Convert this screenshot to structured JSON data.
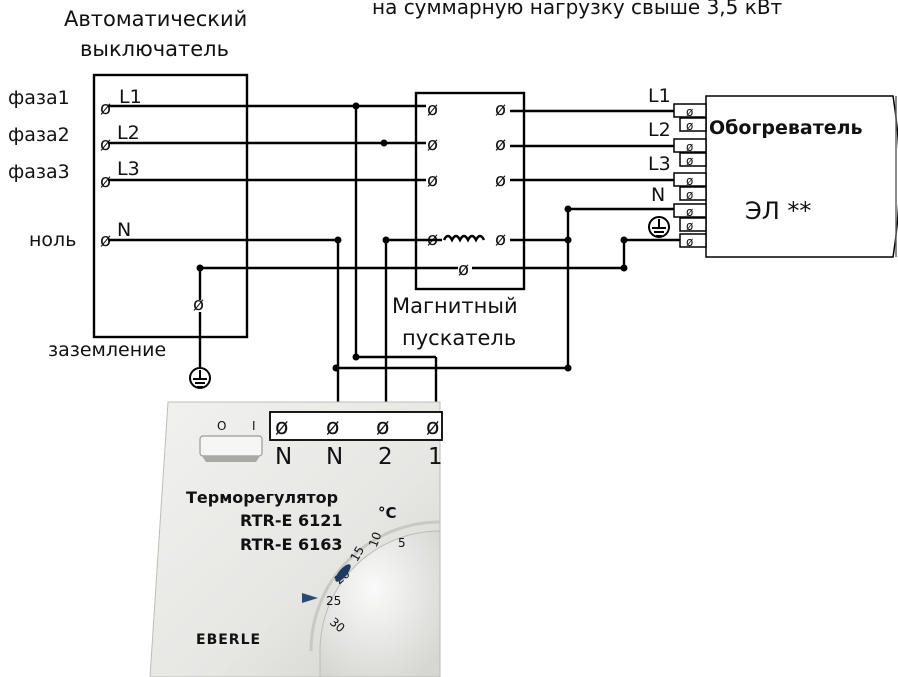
{
  "top_note": "на суммарную нагрузку свыше 3,5 кВт",
  "breaker": {
    "title_line1": "Автоматический",
    "title_line2": "выключатель",
    "inputs": [
      "фаза1",
      "фаза2",
      "фаза3",
      "ноль"
    ],
    "terminals": [
      "L1",
      "L2",
      "L3",
      "N"
    ],
    "ground_label": "заземление"
  },
  "contactor": {
    "label_line1": "Магнитный",
    "label_line2": "пускатель"
  },
  "heater": {
    "title": "Обогреватель",
    "model": "ЭЛ **",
    "terminals": [
      "L1",
      "L2",
      "L3",
      "N"
    ]
  },
  "thermostat": {
    "terminal_labels": [
      "N",
      "N",
      "2",
      "1"
    ],
    "name": "Терморегулятор",
    "model_1": "RTR-E 6121",
    "model_2": "RTR-E 6163",
    "unit": "°C",
    "dial_marks": [
      "5",
      "10",
      "15",
      "20",
      "25",
      "30"
    ],
    "switch_marks": [
      "O",
      "I"
    ],
    "brand": "EBERLE"
  },
  "symbols": {
    "terminal_glyph": "ø"
  }
}
